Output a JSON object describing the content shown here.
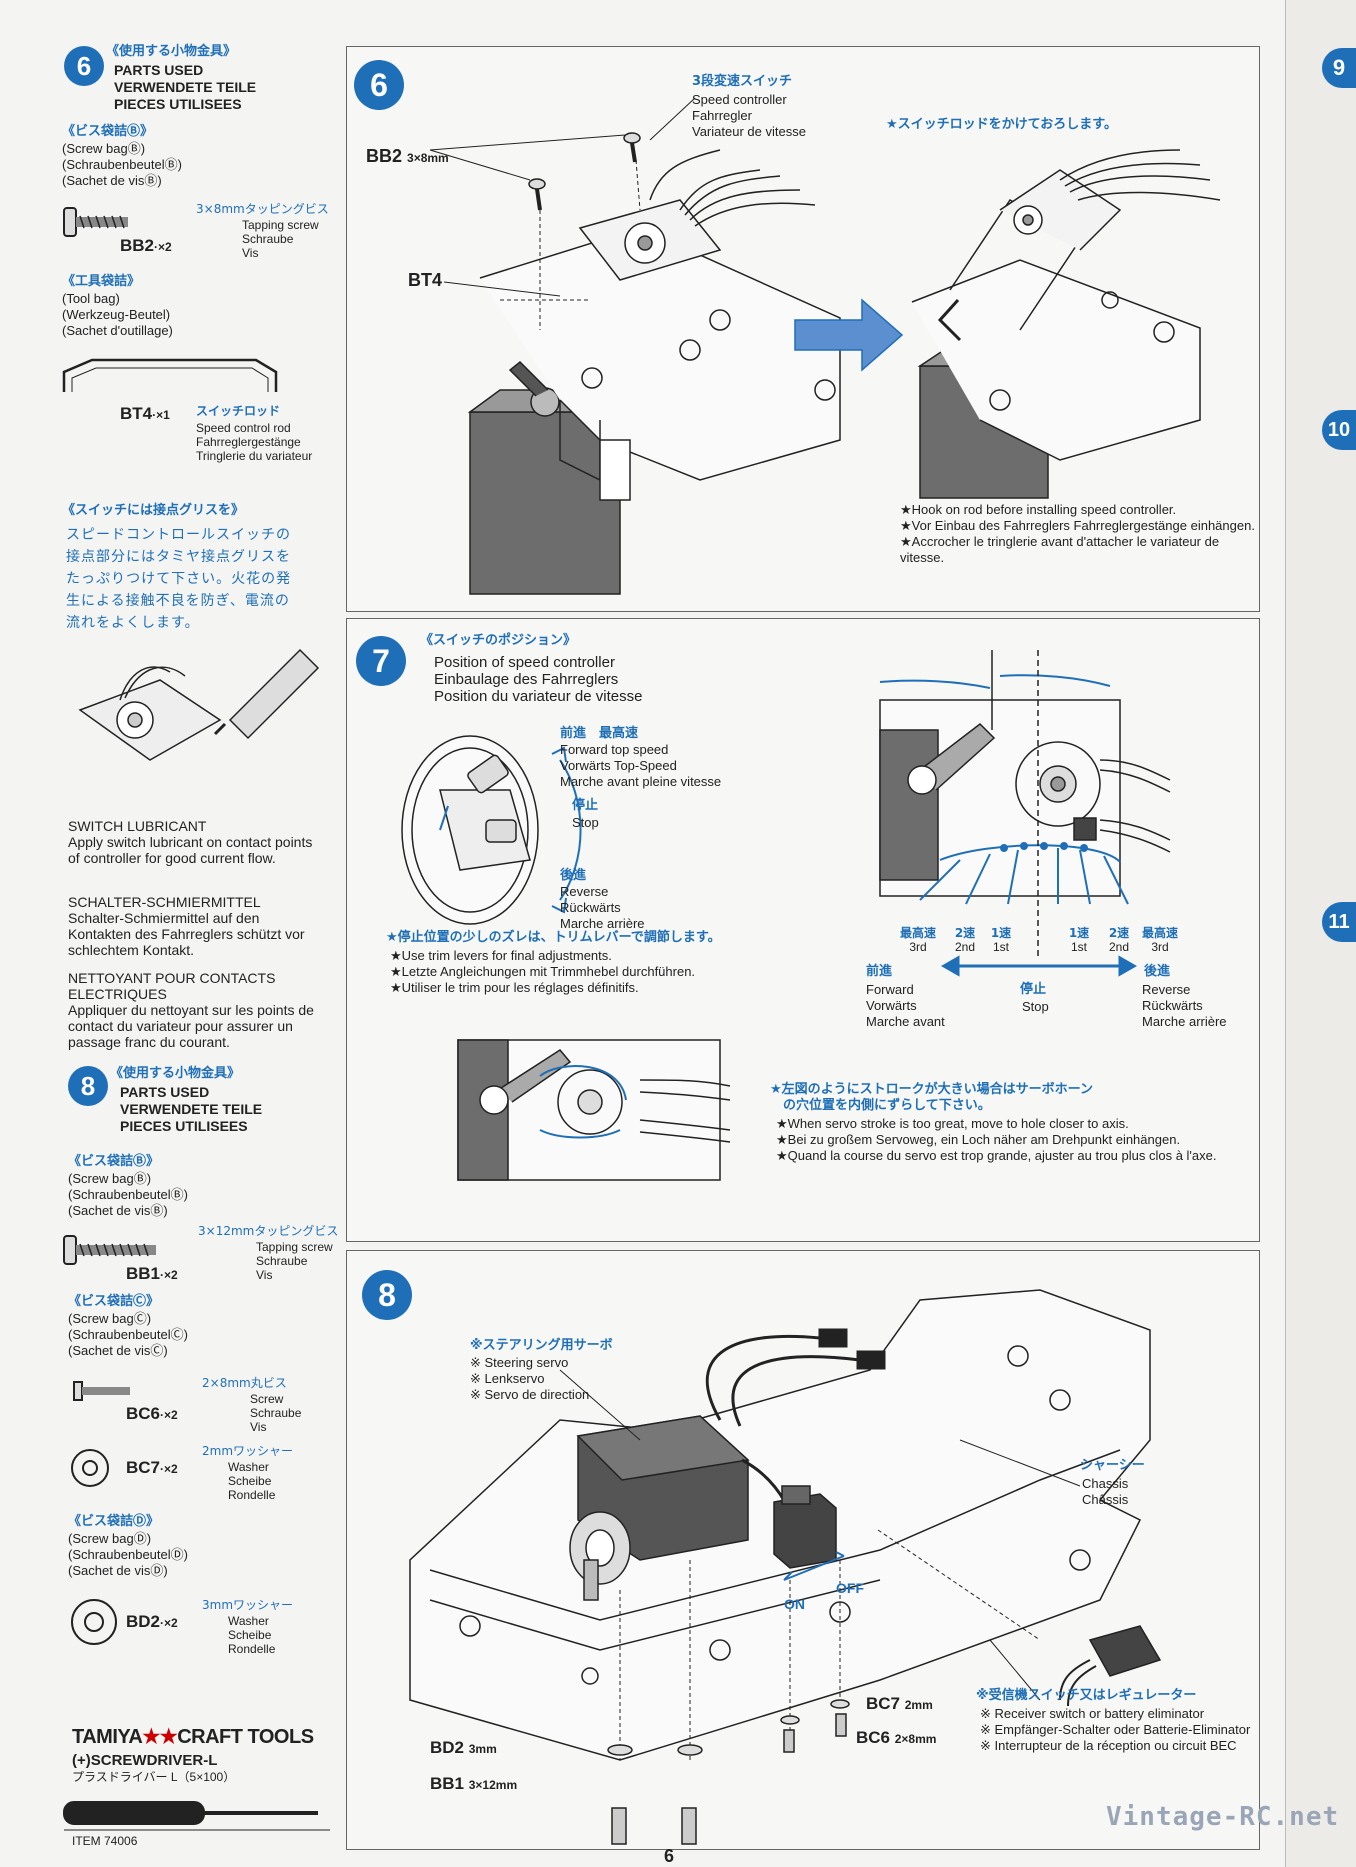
{
  "left": {
    "s6_num": "6",
    "s6_jp": "《使用する小物金具》",
    "s6_en": "PARTS USED\nVERWENDETE TEILE\nPIECES UTILISEES",
    "bagB_jp": "《ビス袋詰Ⓑ》",
    "bagB_text": "(Screw bagⒷ)\n(SchraubenbeutelⒷ)\n(Sachet de visⒷ)",
    "bb2_size_jp": "3×8mmタッピングビス",
    "bb2_desc": "Tapping screw\nSchraube\nVis",
    "bb2_label": "BB2",
    "bb2_qty": "·×2",
    "tool_jp": "《工具袋詰》",
    "tool_text": "(Tool bag)\n(Werkzeug-Beutel)\n(Sachet d'outillage)",
    "bt4_label": "BT4",
    "bt4_qty": "·×1",
    "bt4_jp": "スイッチロッド",
    "bt4_desc": "Speed control rod\nFahrreglergestänge\nTringlerie du variateur",
    "grease_jp_title": "《スイッチには接点グリスを》",
    "grease_jp_body": "スピードコントロールスイッチの\n接点部分にはタミヤ接点グリスを\nたっぷりつけて下さい。火花の発\n生による接触不良を防ぎ、電流の\n流れをよくします。",
    "lub_en_title": "SWITCH LUBRICANT",
    "lub_en": "Apply switch lubricant on contact points of controller for good current flow.",
    "lub_de_title": "SCHALTER-SCHMIERMITTEL",
    "lub_de": "Schalter-Schmiermittel auf den Kontakten des Fahrreglers schützt vor schlechtem Kontakt.",
    "lub_fr_title": "NETTOYANT POUR CONTACTS ELECTRIQUES",
    "lub_fr": "Appliquer du nettoyant sur les points de contact du variateur pour assurer un passage franc du courant.",
    "s8_num": "8",
    "s8_jp": "《使用する小物金具》",
    "s8_en": "PARTS USED\nVERWENDETE TEILE\nPIECES UTILISEES",
    "bagB2_jp": "《ビス袋詰Ⓑ》",
    "bagB2_text": "(Screw bagⒷ)\n(SchraubenbeutelⒷ)\n(Sachet de visⒷ)",
    "bb1_size_jp": "3×12mmタッピングビス",
    "bb1_desc": "Tapping screw\nSchraube\nVis",
    "bb1_label": "BB1",
    "bb1_qty": "·×2",
    "bagC_jp": "《ビス袋詰Ⓒ》",
    "bagC_text": "(Screw bagⒸ)\n(SchraubenbeutelⒸ)\n(Sachet de visⒸ)",
    "bc6_size_jp": "2×8mm丸ビス",
    "bc6_desc": "Screw\nSchraube\nVis",
    "bc6_label": "BC6",
    "bc6_qty": "·×2",
    "bc7_size_jp": "2mmワッシャー",
    "bc7_desc": "Washer\nScheibe\nRondelle",
    "bc7_label": "BC7",
    "bc7_qty": "·×2",
    "bagD_jp": "《ビス袋詰Ⓓ》",
    "bagD_text": "(Screw bagⒹ)\n(SchraubenbeutelⒹ)\n(Sachet de visⒹ)",
    "bd2_size_jp": "3mmワッシャー",
    "bd2_desc": "Washer\nScheibe\nRondelle",
    "bd2_label": "BD2",
    "bd2_qty": "·×2",
    "tamiya_brand": "TAMIYA",
    "craft_tools": "CRAFT TOOLS",
    "screwdriver": "(+)SCREWDRIVER-L",
    "screwdriver_jp": "プラスドライバー L（5×100）",
    "item_no": "ITEM 74006"
  },
  "step6": {
    "num": "6",
    "bb2": "BB2",
    "bb2_size": "3×8mm",
    "bt4": "BT4",
    "switch_jp": "3段変速スイッチ",
    "switch_text": "Speed controller\nFahrregler\nVariateur de vitesse",
    "rod_jp": "★スイッチロッドをかけておろします。",
    "hook_notes": "★Hook on rod before installing speed controller.\n★Vor Einbau des Fahrreglers Fahrreglergestänge einhängen.\n★Accrocher le tringlerie avant d'attacher le variateur de\n   vitesse."
  },
  "step7": {
    "num": "7",
    "title_jp": "《スイッチのポジション》",
    "title_text": "Position of speed controller\nEinbaulage des Fahrreglers\nPosition du variateur de vitesse",
    "fwd_jp": "前進　最高速",
    "fwd_text": "Forward top speed\nVorwärts Top-Speed\nMarche avant pleine vitesse",
    "stop_jp": "停止",
    "stop_text": "Stop",
    "rev_jp": "後進",
    "rev_text": "Reverse\nRückwärts\nMarche arrière",
    "trim_jp": "★停止位置の少しのズレは、トリムレバーで調節します。",
    "trim_notes": "★Use trim levers for final adjustments.\n★Letzte Angleichungen mit Trimmhebel durchführen.\n★Utiliser le trim pour les réglages définitifs.",
    "speed_labels": [
      {
        "jp": "最高速",
        "en": "3rd"
      },
      {
        "jp": "2速",
        "en": "2nd"
      },
      {
        "jp": "1速",
        "en": "1st"
      },
      {
        "jp": "1速",
        "en": "1st"
      },
      {
        "jp": "2速",
        "en": "2nd"
      },
      {
        "jp": "最高速",
        "en": "3rd"
      }
    ],
    "forward_jp": "前進",
    "forward_text": "Forward\nVorwärts\nMarche avant",
    "stop2_jp": "停止",
    "stop2_text": "Stop",
    "reverse_jp": "後進",
    "reverse_text": "Reverse\nRückwärts\nMarche arrière",
    "servo_jp": "★左図のようにストロークが大きい場合はサーボホーン\n　の穴位置を内側にずらして下さい。",
    "servo_notes": "★When servo stroke is too great, move to hole closer to axis.\n★Bei zu großem Servoweg, ein Loch näher am Drehpunkt einhängen.\n★Quand la course du servo est trop grande, ajuster au trou plus clos à l'axe."
  },
  "step8": {
    "num": "8",
    "steer_jp": "※ステアリング用サーボ",
    "steer_text": "※ Steering servo\n※ Lenkservo\n※ Servo de direction",
    "chassis_jp": "シャーシー",
    "chassis_text": "Chassis\nChâssis",
    "on": "ON",
    "off": "OFF",
    "bc7": "BC7",
    "bc7_size": "2mm",
    "bc6": "BC6",
    "bc6_size": "2×8mm",
    "bd2": "BD2",
    "bd2_size": "3mm",
    "bb1": "BB1",
    "bb1_size": "3×12mm",
    "receiver_jp": "※受信機スイッチ又はレギュレーター",
    "receiver_text": "※ Receiver switch or battery eliminator\n※ Empfänger-Schalter oder Batterie-Eliminator\n※ Interrupteur de la réception ou circuit BEC"
  },
  "right_edge": {
    "nums": [
      "9",
      "10",
      "11"
    ]
  },
  "footer": {
    "page": "6",
    "watermark": "Vintage-RC.net"
  },
  "colors": {
    "accent": "#1f6fb8",
    "ink": "#222222"
  }
}
